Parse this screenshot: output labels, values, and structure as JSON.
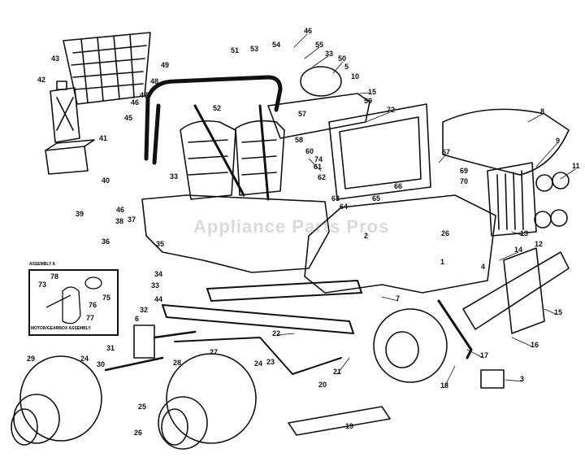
{
  "watermark": "Appliance Parts Pros",
  "assembly": {
    "title": "ASSEMBLY A",
    "caption": "MOTOR/GEARBOX ASSEMBLY",
    "parts": [
      "78",
      "73",
      "75",
      "76",
      "77"
    ]
  },
  "parts": [
    "46",
    "54",
    "55",
    "51",
    "53",
    "33",
    "50",
    "5",
    "43",
    "49",
    "10",
    "42",
    "48",
    "15",
    "59",
    "47",
    "46",
    "52",
    "72",
    "8",
    "57",
    "45",
    "58",
    "9",
    "41",
    "60",
    "74",
    "61",
    "67",
    "11",
    "69",
    "40",
    "33",
    "62",
    "70",
    "66",
    "63",
    "65",
    "64",
    "2",
    "39",
    "46",
    "38",
    "37",
    "26",
    "13",
    "12",
    "36",
    "35",
    "1",
    "14",
    "34",
    "4",
    "33",
    "44",
    "32",
    "7",
    "15",
    "6",
    "22",
    "16",
    "27",
    "28",
    "31",
    "17",
    "29",
    "24",
    "30",
    "24",
    "23",
    "21",
    "18",
    "3",
    "20",
    "25",
    "19",
    "26"
  ]
}
